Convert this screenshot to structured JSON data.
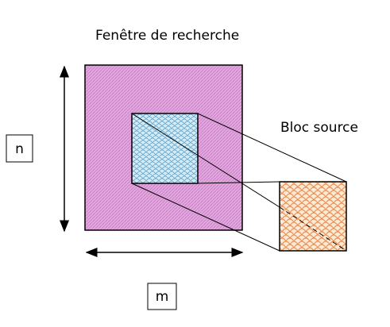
{
  "labels": {
    "search_window": "Fenêtre de recherche",
    "source_block": "Bloc source",
    "dimension_n": "n",
    "dimension_m": "m"
  },
  "colors": {
    "search_window_fill": "#e4a6e0",
    "search_window_hatch": "#c77fc2",
    "inner_block_fill": "#d3ecf6",
    "inner_block_pattern": "#5f9fca",
    "source_block_fill": "#fde8d2",
    "source_block_pattern": "#e0844a",
    "stroke": "#000000"
  }
}
